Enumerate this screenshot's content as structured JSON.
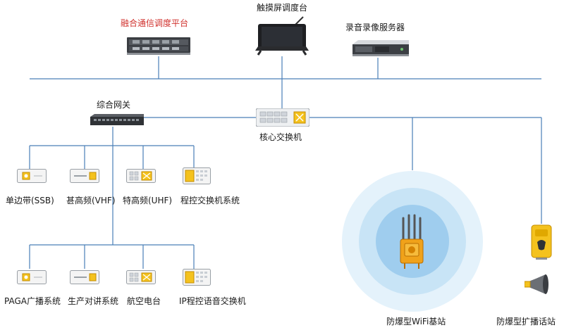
{
  "top": {
    "fusion_platform": "融合通信调度平台",
    "touch_console": "触摸屏调度台",
    "recording_server": "录音录像服务器"
  },
  "core": {
    "gateway": "综合网关",
    "core_switch": "核心交换机"
  },
  "row1": [
    "单边带(SSB)",
    "甚高频(VHF)",
    "特高频(UHF)",
    "程控交换机系统"
  ],
  "row2": [
    "PAGA广播系统",
    "生产对讲系统",
    "航空电台",
    "IP程控语音交换机"
  ],
  "right": {
    "wifi_base": "防爆型WiFi基站",
    "pa_station": "防爆型扩播话站"
  },
  "colors": {
    "line": "#4a7fb8",
    "highlight_red": "#d0312d",
    "device_yellow": "#f4c21e",
    "signal_blue": "#cfe6f7"
  }
}
